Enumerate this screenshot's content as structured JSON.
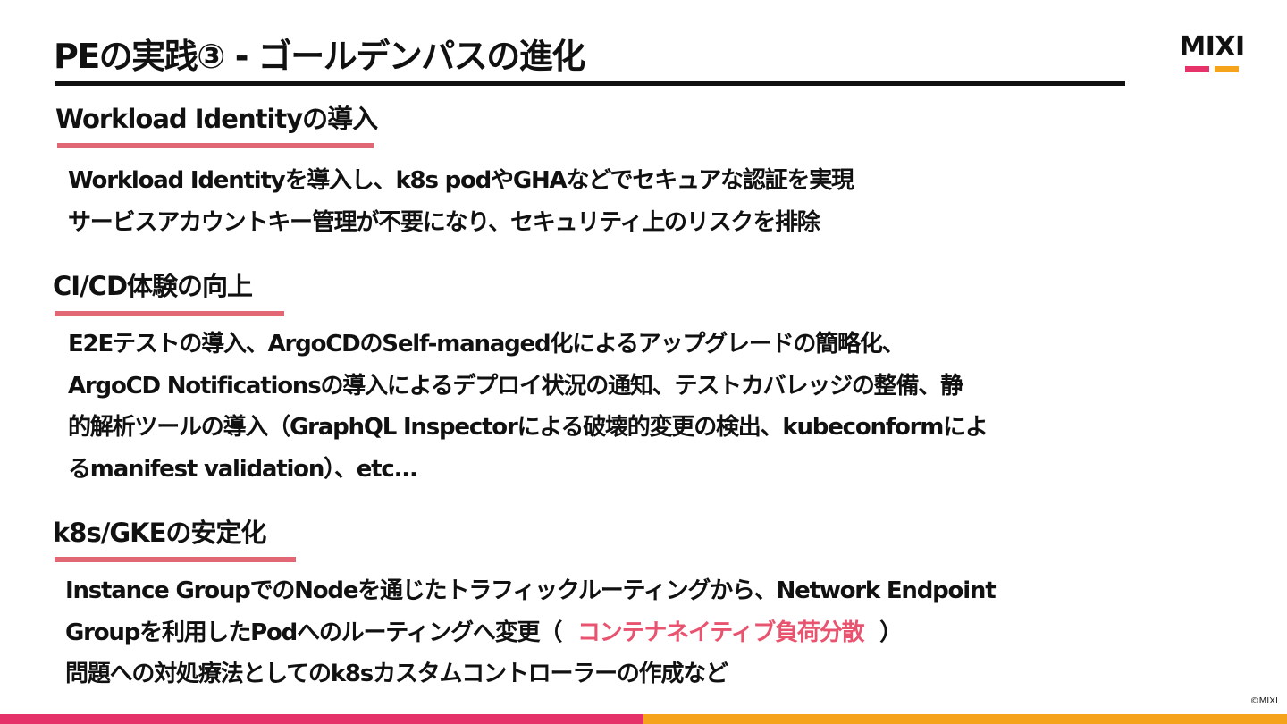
{
  "slide": {
    "title": "PEの実践③ - ゴールデンパスの進化",
    "logo": "MIXI",
    "copyright": "©MIXI"
  },
  "colors": {
    "accent_pink": "#e8546f",
    "accent_orange": "#f5a31a",
    "rule_pink": "#e16775",
    "footer_pink": "#e5336a",
    "footer_orange": "#f5a31a",
    "text": "#111111"
  },
  "sections": [
    {
      "heading": "Workload Identityの導入",
      "lines": [
        {
          "text": "Workload Identityを導入し、k8s podやGHAなどでセキュアな認証を実現"
        },
        {
          "text": "サービスアカウントキー管理が不要になり、セキュリティ上のリスクを排除"
        }
      ]
    },
    {
      "heading": "CI/CD体験の向上",
      "lines": [
        {
          "text": "E2Eテストの導入、ArgoCDのSelf-managed化によるアップグレードの簡略化、"
        },
        {
          "text": "ArgoCD Notificationsの導入によるデプロイ状況の通知、テストカバレッジの整備、静"
        },
        {
          "text": "的解析ツールの導入（GraphQL Inspectorによる破壊的変更の検出、kubeconformによ"
        },
        {
          "text": "るmanifest validation）、etc..."
        }
      ]
    },
    {
      "heading": "k8s/GKEの安定化",
      "lines": [
        {
          "text": "Instance GroupでのNodeを通じたトラフィックルーティングから、Network Endpoint"
        },
        {
          "before": "Groupを利用したPodへのルーティングへ変更（",
          "highlight": "コンテナネイティブ負荷分散",
          "after": "）"
        },
        {
          "text": "問題への対処療法としてのk8sカスタムコントローラーの作成など"
        }
      ]
    }
  ]
}
